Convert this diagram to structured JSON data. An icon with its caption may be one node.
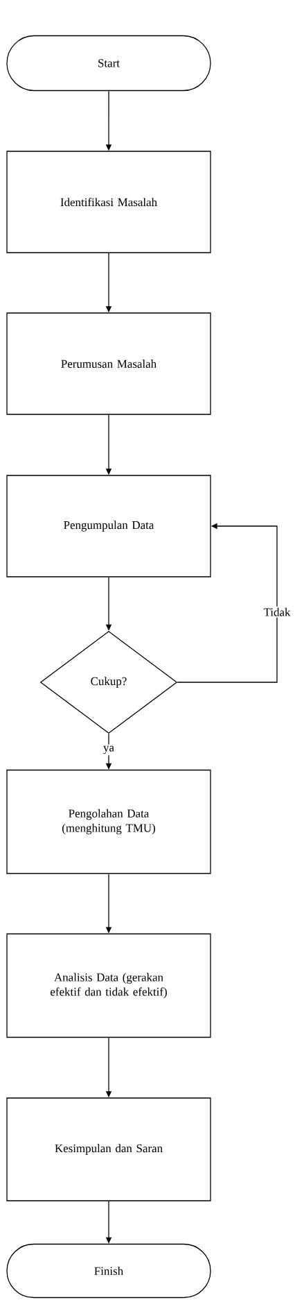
{
  "diagram": {
    "nodes": [
      {
        "text": [
          "Start"
        ]
      },
      {
        "text": [
          "Identifikasi Masalah"
        ]
      },
      {
        "text": [
          "Perumusan Masalah"
        ]
      },
      {
        "text": [
          "Pengumpulan Data"
        ]
      },
      {
        "text": [
          "Cukup?"
        ]
      },
      {
        "text": [
          "Pengolahan Data (menghitung TMU)"
        ]
      },
      {
        "text": [
          "Analisis Data (gerakan efektif dan tidak efektif)"
        ]
      },
      {
        "text": [
          "Kesimpulan dan Saran"
        ]
      },
      {
        "text": [
          "Finish"
        ]
      }
    ],
    "edges": [
      {
        "from": 0,
        "to": 1,
        "arrow": "to"
      },
      {
        "from": 1,
        "to": 2,
        "arrow": "to"
      },
      {
        "from": 2,
        "to": 3,
        "arrow": "to"
      },
      {
        "from": 3,
        "to": 4,
        "arrow": "to"
      },
      {
        "from": 4,
        "to": 5,
        "arrow": "to",
        "label": "ya"
      },
      {
        "from": 4,
        "to": 3,
        "arrow": "to",
        "label": "Tidak"
      },
      {
        "from": 5,
        "to": 6,
        "arrow": "to"
      },
      {
        "from": 6,
        "to": 7,
        "arrow": "to"
      },
      {
        "from": 7,
        "to": 8,
        "arrow": "to"
      }
    ]
  }
}
